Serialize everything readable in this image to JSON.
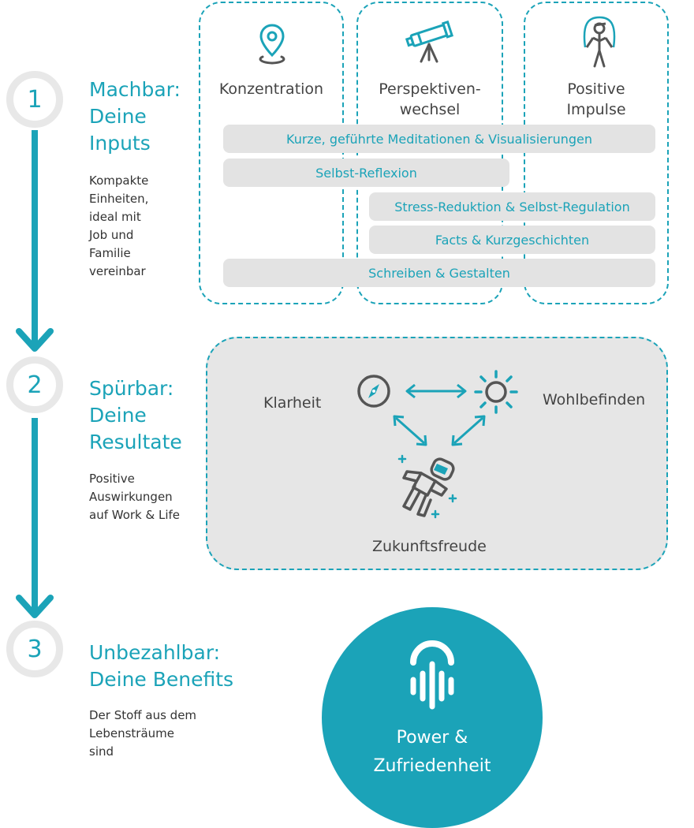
{
  "steps": [
    {
      "number": "1",
      "title": "Machbar:\nDeine\nInputs",
      "description": "Kompakte\nEinheiten,\nideal mit\nJob und\nFamilie\nvereinbar"
    },
    {
      "number": "2",
      "title": "Spürbar:\nDeine\nResultate",
      "description": "Positive\nAuswirkungen\nauf Work & Life"
    },
    {
      "number": "3",
      "title": "Unbezahlbar:\nDeine Benefits",
      "description": "Der Stoff aus dem\nLebensträume\nsind"
    }
  ],
  "inputs": {
    "columns": [
      {
        "label": "Konzentration",
        "icon": "location-pin-icon"
      },
      {
        "label": "Perspektiven-\nwechsel",
        "icon": "telescope-icon"
      },
      {
        "label": "Positive\nImpulse",
        "icon": "jump-rope-icon"
      }
    ],
    "bars": [
      "Kurze, geführte Meditationen & Visualisierungen",
      "Selbst-Reflexion",
      "Stress-Reduktion & Selbst-Regulation",
      "Facts  & Kurzgeschichten",
      "Schreiben & Gestalten"
    ]
  },
  "results": {
    "clarity": "Klarheit",
    "wellbeing": "Wohlbefinden",
    "future_joy": "Zukunftsfreude",
    "icons": [
      "compass-icon",
      "sun-icon",
      "astronaut-icon"
    ]
  },
  "benefit": {
    "label": "Power &\nZufriedenheit",
    "icon": "power-icon"
  },
  "colors": {
    "accent": "#1ba3b8",
    "bar_background": "#e3e3e3",
    "circle_border": "#e8e8e8",
    "icon_gray": "#555555"
  }
}
